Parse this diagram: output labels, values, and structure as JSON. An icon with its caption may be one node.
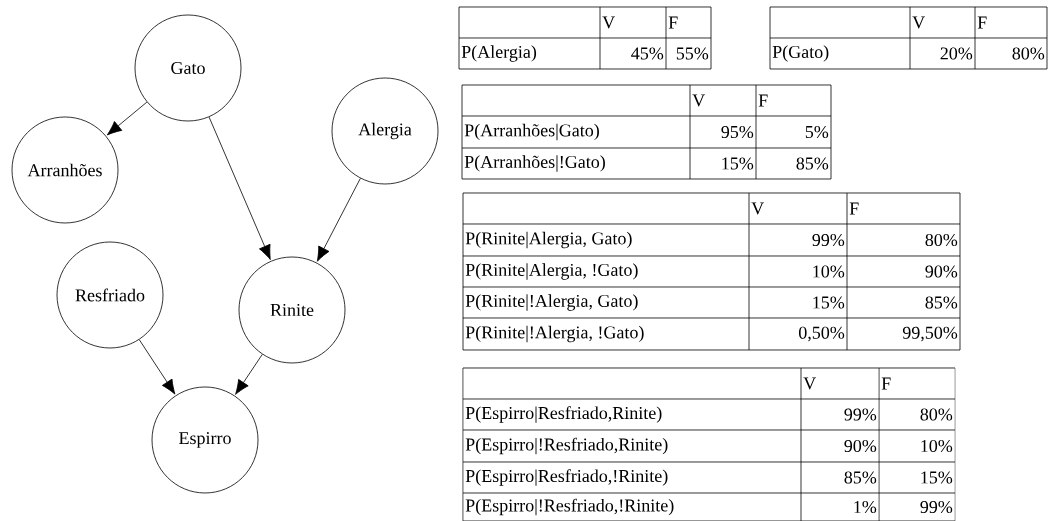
{
  "diagram": {
    "nodes": [
      {
        "text": [
          "Gato"
        ]
      },
      {
        "text": [
          "Arranhões"
        ]
      },
      {
        "text": [
          "Alergia"
        ]
      },
      {
        "text": [
          "Resfriado"
        ]
      },
      {
        "text": [
          "Rinite"
        ]
      },
      {
        "text": [
          "Espirro"
        ]
      }
    ],
    "edges": [
      {
        "from": 0,
        "to": 1,
        "arrow": "to"
      },
      {
        "from": 0,
        "to": 4,
        "arrow": "to"
      },
      {
        "from": 2,
        "to": 4,
        "arrow": "to"
      },
      {
        "from": 3,
        "to": 5,
        "arrow": "to"
      },
      {
        "from": 4,
        "to": 5,
        "arrow": "to"
      }
    ],
    "labels": [
      "V",
      "F",
      "P(Alergia)",
      "45%",
      "55%",
      "V",
      "F",
      "P(Gato)",
      "20%",
      "80%",
      "V",
      "F",
      "P(Arranhões|Gato)",
      "95%",
      "5%",
      "P(Arranhões|!Gato)",
      "15%",
      "85%",
      "V",
      "F",
      "P(Rinite|Alergia, Gato)",
      "99%",
      "80%",
      "P(Rinite|Alergia, !Gato)",
      "10%",
      "90%",
      "P(Rinite|!Alergia, Gato)",
      "15%",
      "85%",
      "P(Rinite|!Alergia, !Gato)",
      "0,50%",
      "99,50%",
      "V",
      "F",
      "P(Espirro|Resfriado,Rinite)",
      "99%",
      "80%",
      "P(Espirro|!Resfriado,Rinite)",
      "90%",
      "10%",
      "P(Espirro|Resfriado,!Rinite)",
      "85%",
      "15%",
      "P(Espirro|!Resfriado,!Rinite)",
      "1%",
      "99%"
    ]
  }
}
